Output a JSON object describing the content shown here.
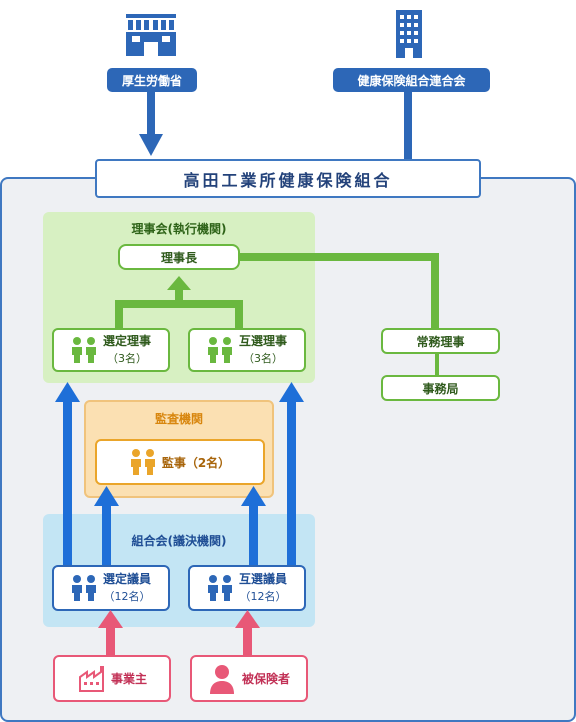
{
  "top": {
    "mhlw": "厚生労働省",
    "federation": "健康保険組合連合会"
  },
  "org_title": "高田工業所健康保険組合",
  "board": {
    "title": "理事会(執行機関)",
    "chair": "理事長",
    "appointed": {
      "label": "選定理事",
      "count": "（3名）"
    },
    "elected": {
      "label": "互選理事",
      "count": "（3名）"
    }
  },
  "executive": {
    "managing": "常務理事",
    "office": "事務局"
  },
  "audit": {
    "title": "監査機関",
    "auditor": "監事（2名）"
  },
  "assembly": {
    "title": "組合会(議決機関)",
    "appointed": {
      "label": "選定議員",
      "count": "（12名）"
    },
    "elected": {
      "label": "互選議員",
      "count": "（12名）"
    }
  },
  "bottom": {
    "employer": "事業主",
    "insured": "被保険者"
  },
  "colors": {
    "blue": "#2d67b7",
    "green": "#6ab83f",
    "orange": "#eaa52a",
    "pink": "#e85877"
  }
}
